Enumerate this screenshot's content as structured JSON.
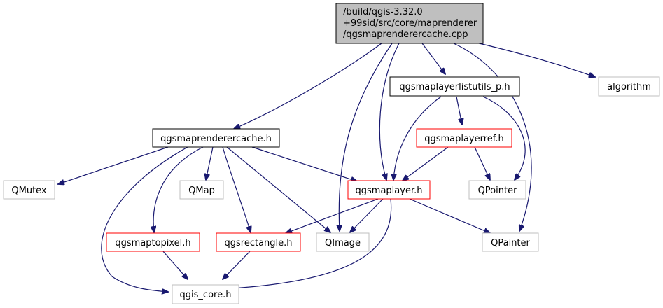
{
  "root": {
    "lines": [
      "/build/qgis-3.32.0",
      "+99sid/src/core/maprenderer",
      "/qgsmaprenderercache.cpp"
    ]
  },
  "nodes": {
    "listutils": "qgsmaplayerlistutils_p.h",
    "algorithm": "algorithm",
    "cache_h": "qgsmaprenderercache.h",
    "layerref": "qgsmaplayerref.h",
    "qmutex": "QMutex",
    "qmap": "QMap",
    "maplayer": "qgsmaplayer.h",
    "qpointer": "QPointer",
    "maptopixel": "qgsmaptopixel.h",
    "rectangle": "qgsrectangle.h",
    "qimage": "QImage",
    "qpainter": "QPainter",
    "qgis_core": "qgis_core.h"
  },
  "colors": {
    "edge": "#191970",
    "root_fill": "#bfbfbf",
    "border_documented": "#000000",
    "border_incomplete": "#ff0000",
    "border_external": "#bfbfbf"
  }
}
